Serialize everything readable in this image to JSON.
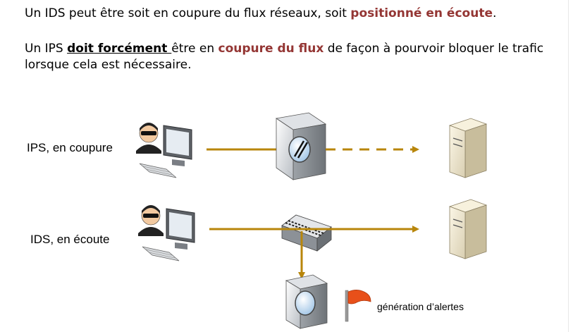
{
  "text": {
    "p1_a": "Un IDS peut être soit en coupure du flux réseaux, soit ",
    "p1_b": "positionné en écoute",
    "p1_c": ".",
    "p2_a": "Un IPS ",
    "p2_b": "doit forcément ",
    "p2_c": "être en ",
    "p2_d": "coupure du flux",
    "p2_e": " de façon à pourvoir bloquer le trafic lorsque cela est nécessaire."
  },
  "diagram": {
    "ips_label": "IPS, en coupure",
    "ids_label": "IDS, en écoute",
    "alert_label": "génération d’alertes"
  },
  "colors": {
    "highlight": "#943634",
    "flow_line": "#b8860b",
    "flag": "#e8501a"
  },
  "icons": [
    "attacker-icon",
    "computer-icon",
    "ips-appliance-icon",
    "switch-icon",
    "ids-sensor-icon",
    "server-icon",
    "flag-icon"
  ]
}
